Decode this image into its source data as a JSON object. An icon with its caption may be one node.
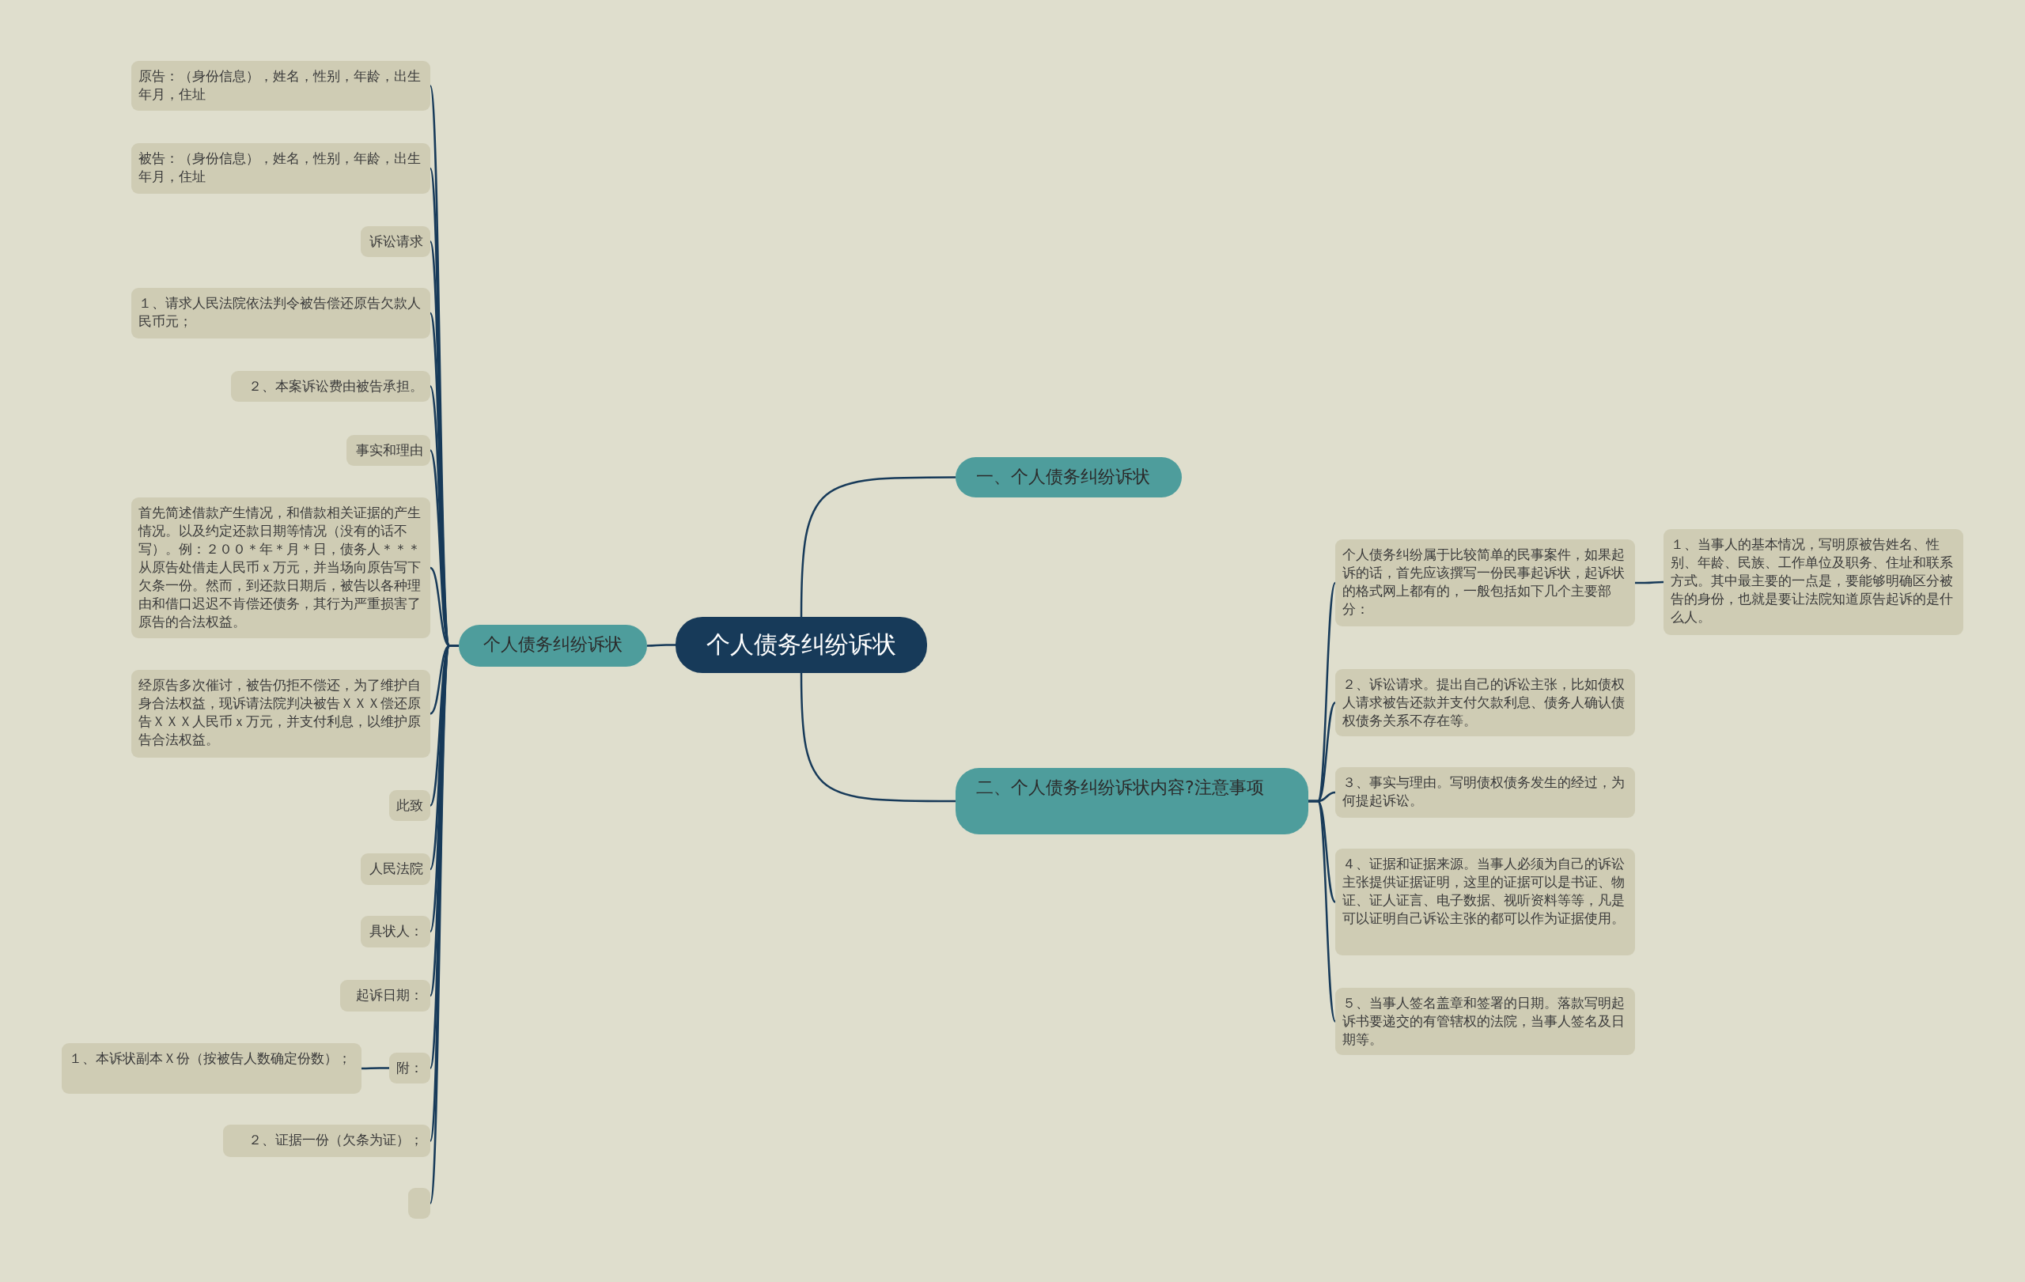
{
  "diagram": {
    "nodes": [
      {
        "text": [
          "个人债务纠纷诉状"
        ]
      },
      {
        "text": [
          "一、个人债务纠纷诉状"
        ]
      },
      {
        "text": [
          "二、个人债务纠纷诉状内容?注意事项"
        ]
      },
      {
        "text": [
          "个人债务纠纷诉状"
        ]
      },
      {
        "text": [
          "原告：（身份信息），姓名，性别，年龄，出生年月，住址"
        ]
      },
      {
        "text": [
          "被告：（身份信息），姓名，性别，年龄，出生年月，住址"
        ]
      },
      {
        "text": [
          "诉讼请求"
        ]
      },
      {
        "text": [
          "１、请求人民法院依法判令被告偿还原告欠款人民币元；"
        ]
      },
      {
        "text": [
          "２、本案诉讼费由被告承担。"
        ]
      },
      {
        "text": [
          "事实和理由"
        ]
      },
      {
        "text": [
          "首先简述借款产生情况，和借款相关证据的产生情况。以及约定还款日期等情况（没有的话不写）。例：２００＊年＊月＊日，债务人＊＊＊从原告处借走人民币ｘ万元，并当场向原告写下欠条一份。然而，到还款日期后，被告以各种理由和借口迟迟不肯偿还债务，其行为严重损害了原告的合法权益。"
        ]
      },
      {
        "text": [
          "经原告多次催讨，被告仍拒不偿还，为了维护自身合法权益，现诉请法院判决被告ＸＸＸ偿还原告ＸＸＸ人民币ｘ万元，并支付利息，以维护原告合法权益。"
        ]
      },
      {
        "text": [
          "此致"
        ]
      },
      {
        "text": [
          "人民法院"
        ]
      },
      {
        "text": [
          "具状人："
        ]
      },
      {
        "text": [
          "起诉日期："
        ]
      },
      {
        "text": [
          "附："
        ]
      },
      {
        "text": [
          "１、本诉状副本Ｘ份（按被告人数确定份数）；"
        ]
      },
      {
        "text": [
          "２、证据一份（欠条为证）；"
        ]
      },
      {
        "text": [],
        "shape": "box"
      },
      {
        "text": [
          "个人债务纠纷属于比较简单的民事案件，如果起诉的话，首先应该撰写一份民事起诉状，起诉状的格式网上都有的，一般包括如下几个主要部分："
        ]
      },
      {
        "text": [
          "１、当事人的基本情况，写明原被告姓名、性别、年龄、民族、工作单位及职务、住址和联系方式。其中最主要的一点是，要能够明确区分被告的身份，也就是要让法院知道原告起诉的是什么人。"
        ]
      },
      {
        "text": [
          "２、诉讼请求。提出自己的诉讼主张，比如债权人请求被告还款并支付欠款利息、债务人确认债权债务关系不存在等。"
        ]
      },
      {
        "text": [
          "３、事实与理由。写明债权债务发生的经过，为何提起诉讼。"
        ]
      },
      {
        "text": [
          "４、证据和证据来源。当事人必须为自己的诉讼主张提供证据证明，这里的证据可以是书证、物证、证人证言、电子数据、视听资料等等，凡是可以证明自己诉讼主张的都可以作为证据使用。"
        ]
      },
      {
        "text": [
          "５、当事人签名盖章和签署的日期。落款写明起诉书要递交的有管辖权的法院，当事人签名及日期等。"
        ]
      }
    ],
    "edges": [
      {
        "from": 0,
        "to": 1,
        "arrow": "none"
      },
      {
        "from": 0,
        "to": 2,
        "arrow": "none"
      },
      {
        "from": 0,
        "to": 3,
        "arrow": "none"
      },
      {
        "from": 3,
        "to": 4,
        "arrow": "none"
      },
      {
        "from": 3,
        "to": 5,
        "arrow": "none"
      },
      {
        "from": 3,
        "to": 6,
        "arrow": "none"
      },
      {
        "from": 3,
        "to": 7,
        "arrow": "none"
      },
      {
        "from": 3,
        "to": 8,
        "arrow": "none"
      },
      {
        "from": 3,
        "to": 9,
        "arrow": "none"
      },
      {
        "from": 3,
        "to": 10,
        "arrow": "none"
      },
      {
        "from": 3,
        "to": 11,
        "arrow": "none"
      },
      {
        "from": 3,
        "to": 12,
        "arrow": "none"
      },
      {
        "from": 3,
        "to": 13,
        "arrow": "none"
      },
      {
        "from": 3,
        "to": 14,
        "arrow": "none"
      },
      {
        "from": 3,
        "to": 15,
        "arrow": "none"
      },
      {
        "from": 3,
        "to": 16,
        "arrow": "none"
      },
      {
        "from": 16,
        "to": 17,
        "arrow": "none"
      },
      {
        "from": 3,
        "to": 18,
        "arrow": "none"
      },
      {
        "from": 3,
        "to": 19,
        "arrow": "none"
      },
      {
        "from": 2,
        "to": 20,
        "arrow": "none"
      },
      {
        "from": 20,
        "to": 21,
        "arrow": "none"
      },
      {
        "from": 2,
        "to": 22,
        "arrow": "none"
      },
      {
        "from": 2,
        "to": 23,
        "arrow": "none"
      },
      {
        "from": 2,
        "to": 24,
        "arrow": "none"
      },
      {
        "from": 2,
        "to": 25,
        "arrow": "none"
      }
    ]
  }
}
